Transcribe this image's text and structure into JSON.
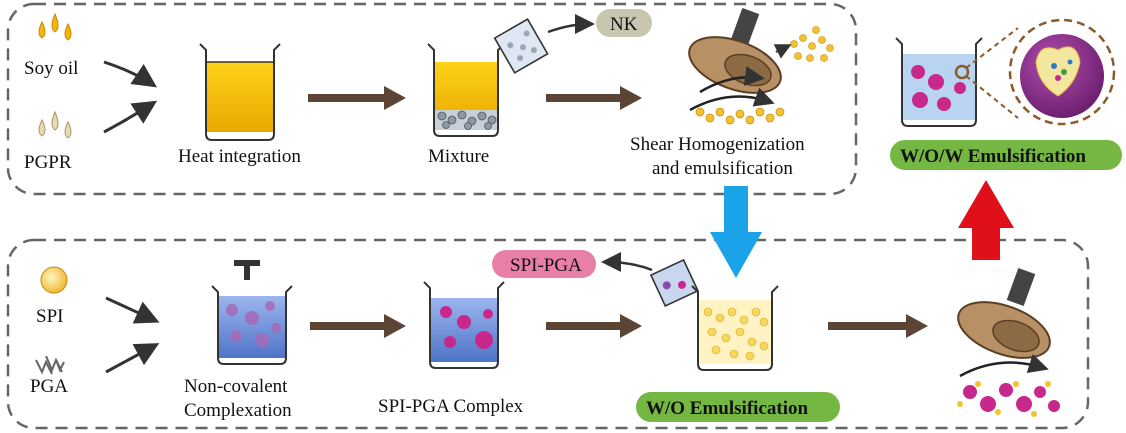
{
  "labels": {
    "soy_oil": "Soy oil",
    "pgpr": "PGPR",
    "heat_integration": "Heat integration",
    "mixture": "Mixture",
    "nk": "NK",
    "shear_line1": "Shear Homogenization",
    "shear_line2": "and emulsification",
    "wow": "W/O/W Emulsification",
    "spi": "SPI",
    "pga": "PGA",
    "noncov_line1": "Non-covalent",
    "noncov_line2": "Complexation",
    "spi_pga_complex": "SPI-PGA Complex",
    "spi_pga": "SPI-PGA",
    "wo": "W/O Emulsification"
  },
  "colors": {
    "oil": "#f2b705",
    "blue_liquid": "#6a8fd8",
    "magenta": "#c8288c",
    "green_pill": "#74b843",
    "pink_pill": "#e87fa7",
    "nk_pill": "#c8c6b0",
    "blue_arrow": "#1aa3e8",
    "red_arrow": "#e0101a",
    "brown_arrow": "#5c4535",
    "homogenizer": "#b89066"
  }
}
